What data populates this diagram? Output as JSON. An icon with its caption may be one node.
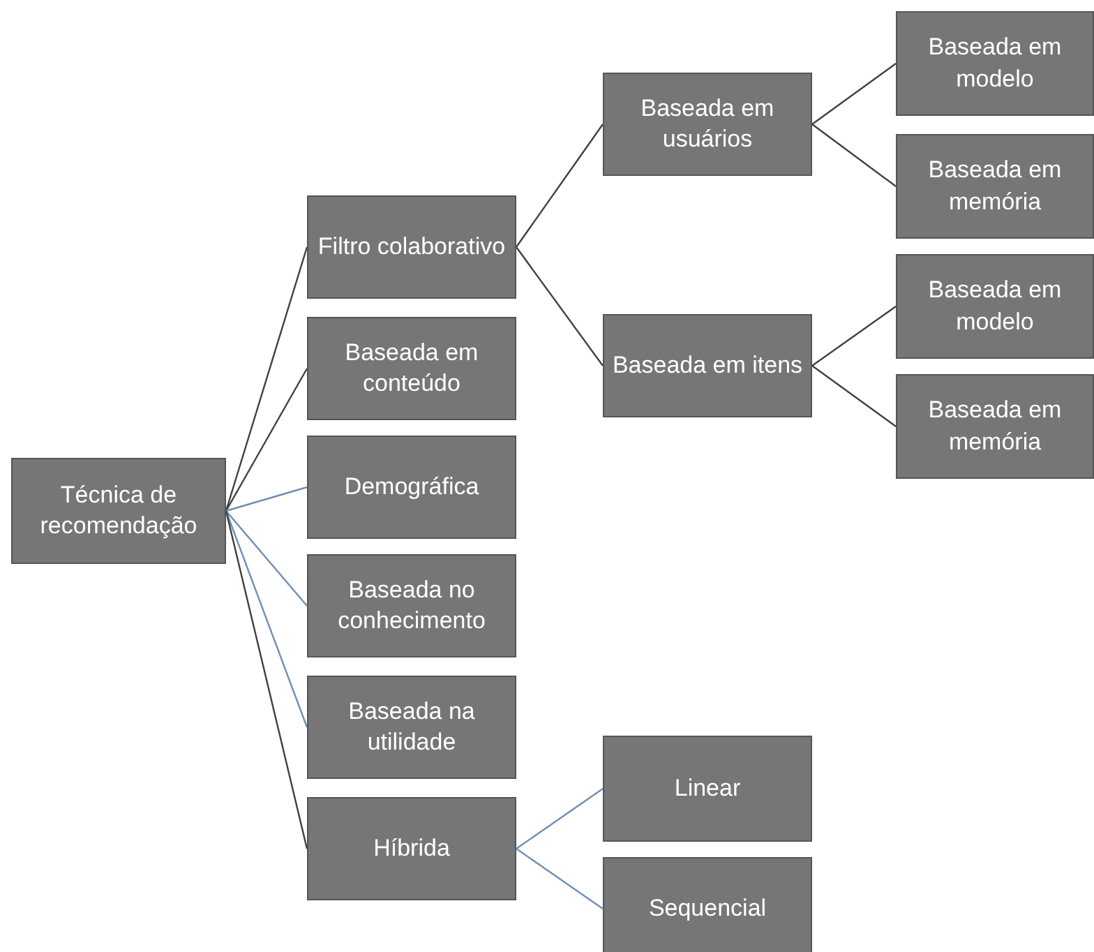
{
  "diagram": {
    "nodes": [
      {
        "text": [
          "Técnica de recomendação"
        ]
      },
      {
        "text": [
          "Filtro colaborativo"
        ]
      },
      {
        "text": [
          "Baseada em conteúdo"
        ]
      },
      {
        "text": [
          "Demográfica"
        ]
      },
      {
        "text": [
          "Baseada no conhecimento"
        ]
      },
      {
        "text": [
          "Baseada na utilidade"
        ]
      },
      {
        "text": [
          "Híbrida"
        ]
      },
      {
        "text": [
          "Baseada em usuários"
        ]
      },
      {
        "text": [
          "Baseada em itens"
        ]
      },
      {
        "text": [
          "Baseada em modelo"
        ]
      },
      {
        "text": [
          "Baseada em memória"
        ]
      },
      {
        "text": [
          "Baseada em modelo"
        ]
      },
      {
        "text": [
          "Baseada em memória"
        ]
      },
      {
        "text": [
          "Linear"
        ]
      },
      {
        "text": [
          "Sequencial"
        ]
      }
    ],
    "edges": [
      {
        "from": 0,
        "to": 1,
        "arrow": "none"
      },
      {
        "from": 0,
        "to": 2,
        "arrow": "none"
      },
      {
        "from": 0,
        "to": 3,
        "arrow": "none",
        "color": "#6f8fb4"
      },
      {
        "from": 0,
        "to": 4,
        "arrow": "none",
        "color": "#6f8fb4"
      },
      {
        "from": 0,
        "to": 5,
        "arrow": "none",
        "color": "#6f8fb4"
      },
      {
        "from": 0,
        "to": 6,
        "arrow": "none"
      },
      {
        "from": 1,
        "to": 7,
        "arrow": "none"
      },
      {
        "from": 1,
        "to": 8,
        "arrow": "none"
      },
      {
        "from": 7,
        "to": 9,
        "arrow": "none"
      },
      {
        "from": 7,
        "to": 10,
        "arrow": "none"
      },
      {
        "from": 8,
        "to": 11,
        "arrow": "none"
      },
      {
        "from": 8,
        "to": 12,
        "arrow": "none"
      },
      {
        "from": 6,
        "to": 13,
        "arrow": "none",
        "color": "#6f8fb4"
      },
      {
        "from": 6,
        "to": 14,
        "arrow": "none",
        "color": "#6f8fb4"
      }
    ]
  }
}
